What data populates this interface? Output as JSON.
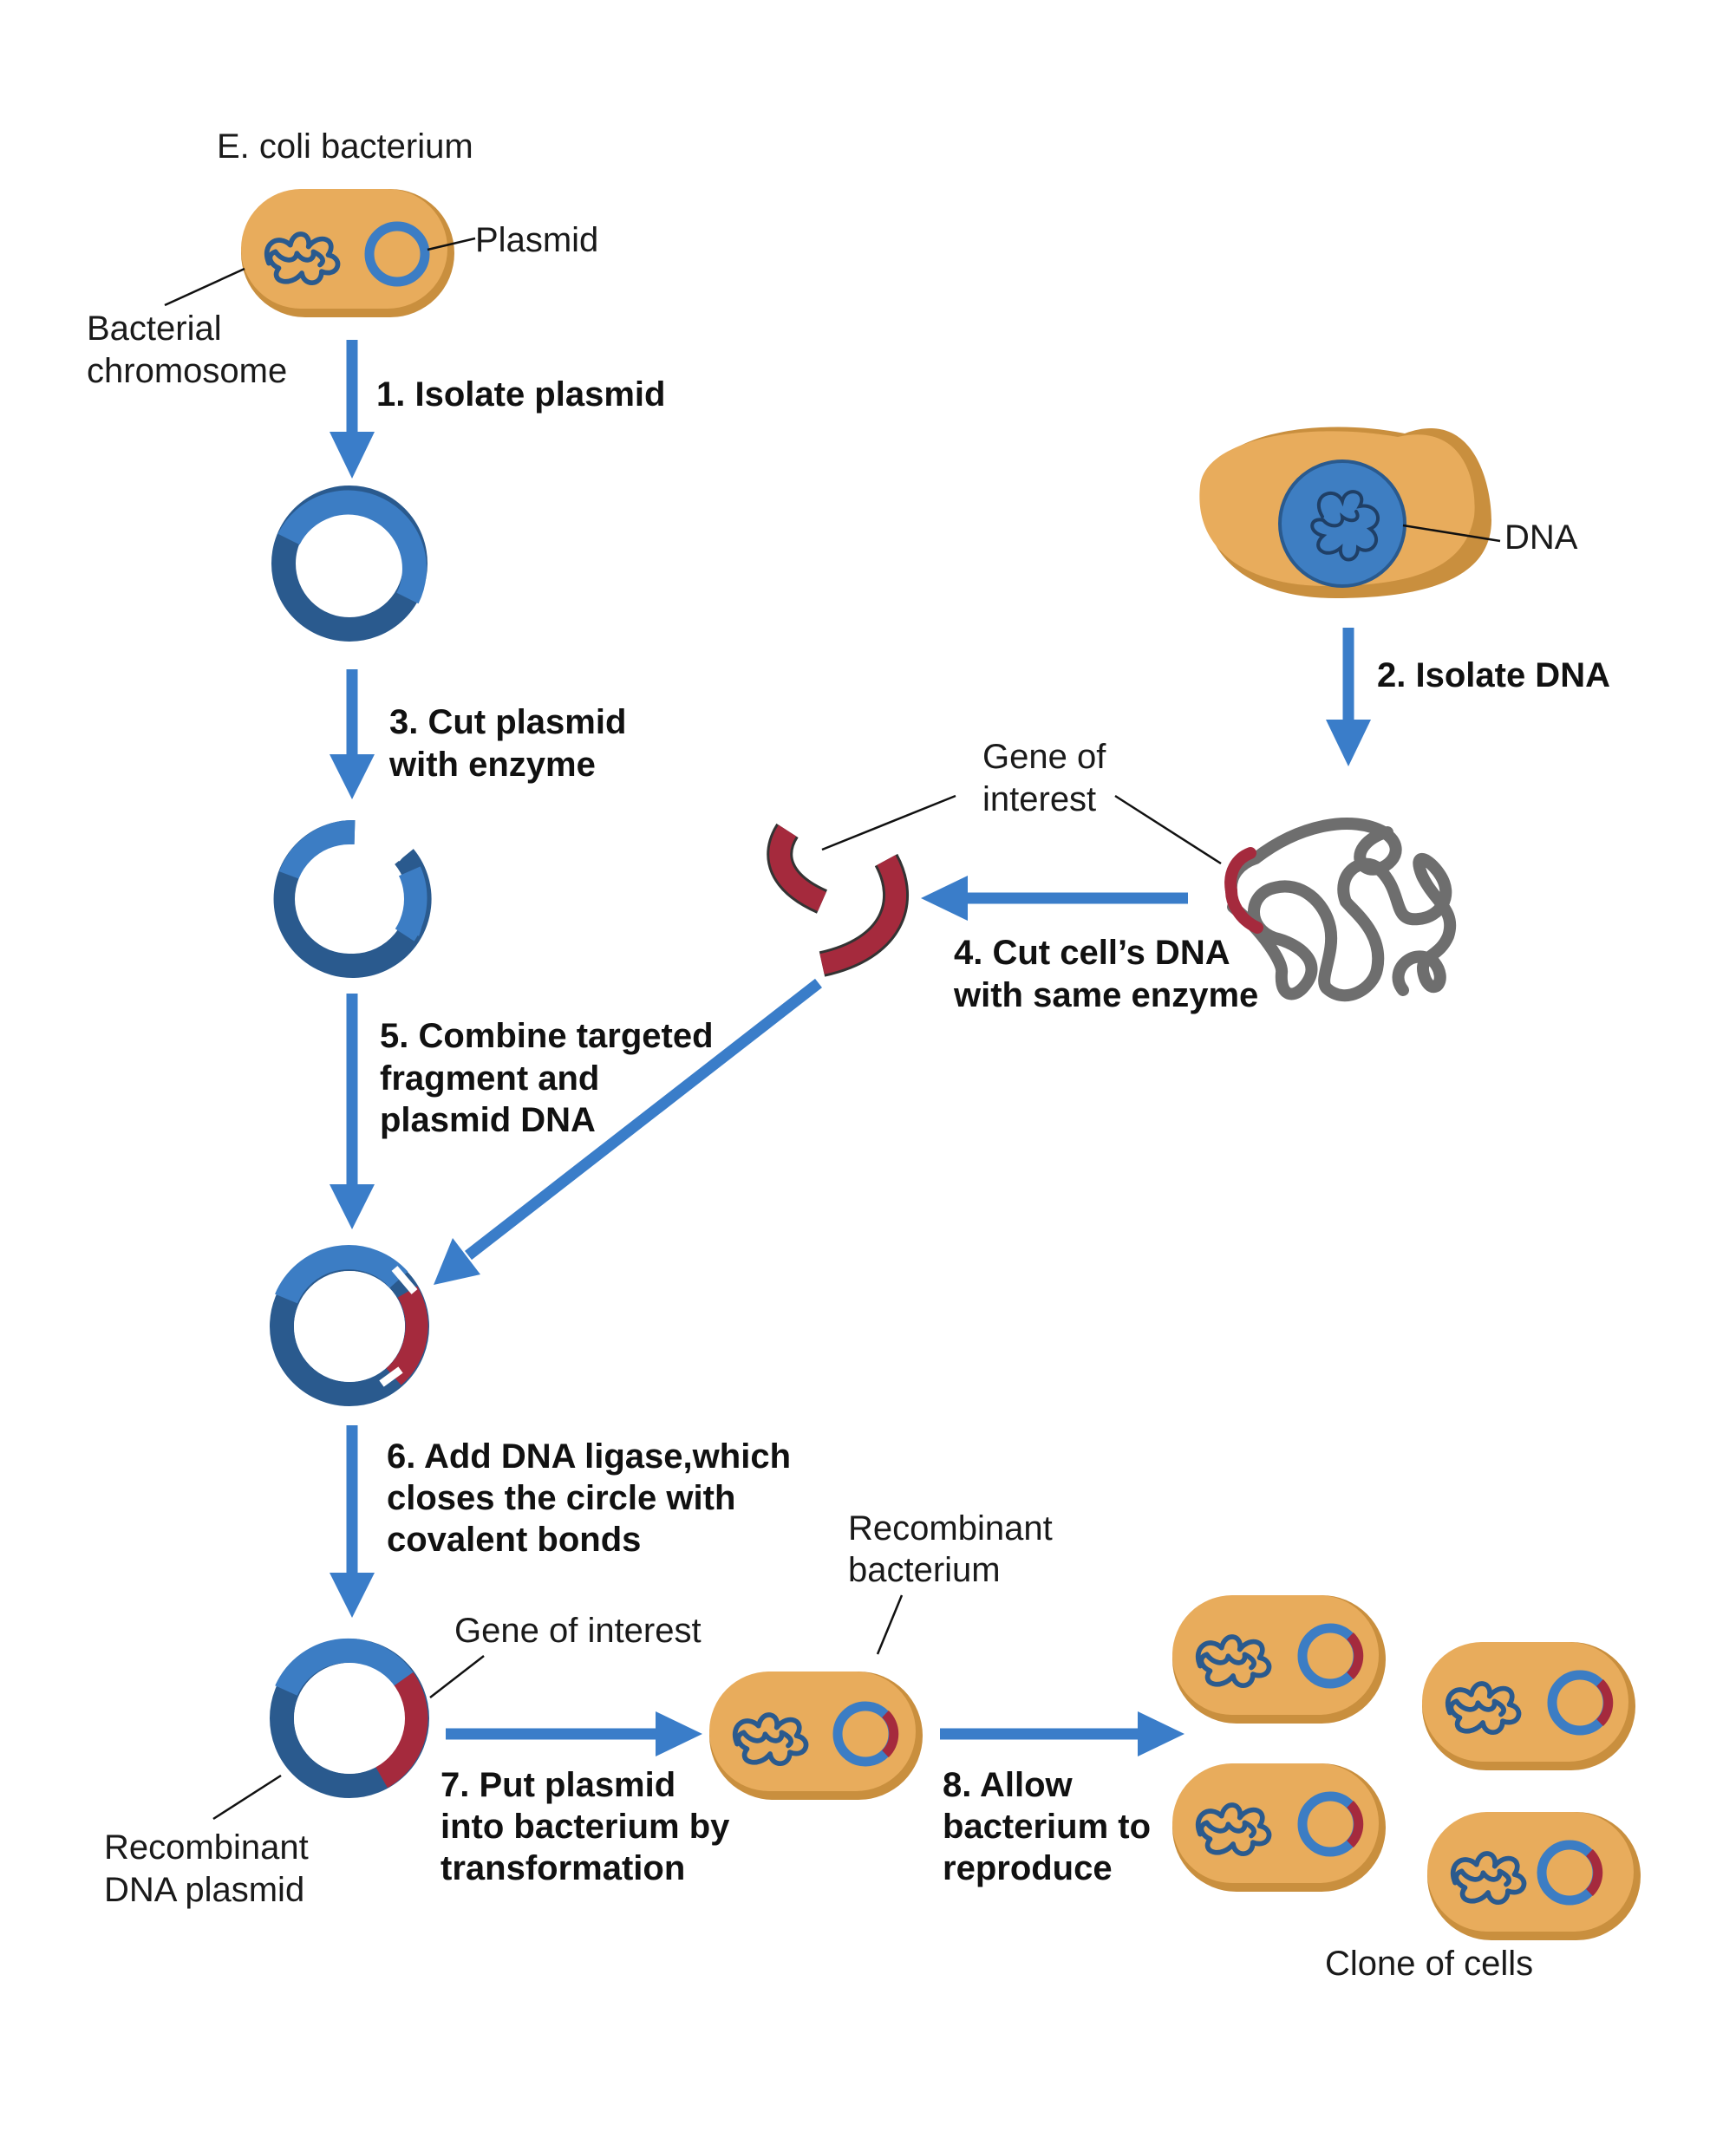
{
  "labels": {
    "ecoli": "E. coli bacterium",
    "plasmid": "Plasmid",
    "bacterial_chromosome": [
      "Bacterial",
      "chromosome"
    ],
    "dna": "DNA",
    "gene_of_interest_top": [
      "Gene of",
      "interest"
    ],
    "gene_of_interest_bottom": "Gene of interest",
    "recombinant_bacterium": [
      "Recombinant",
      "bacterium"
    ],
    "recombinant_plasmid": [
      "Recombinant",
      "DNA plasmid"
    ],
    "clone_of_cells": "Clone of cells"
  },
  "steps": {
    "s1": [
      "1. Isolate plasmid"
    ],
    "s2": [
      "2. Isolate DNA"
    ],
    "s3": [
      "3. Cut plasmid",
      "with enzyme"
    ],
    "s4": [
      "4. Cut cell’s DNA",
      "with same enzyme"
    ],
    "s5": [
      "5. Combine targeted",
      "fragment and",
      "plasmid DNA"
    ],
    "s6": [
      "6. Add DNA ligase,which",
      "closes the circle with",
      "covalent bonds"
    ],
    "s7": [
      "7. Put plasmid",
      "into bacterium by",
      "transformation"
    ],
    "s8": [
      "8. Allow",
      "bacterium to",
      "reproduce"
    ]
  },
  "colors": {
    "cell_fill": "#E8AC5C",
    "cell_shadow": "#C98F3E",
    "plasmid_light": "#3C7DC4",
    "plasmid_dark": "#2A5A8E",
    "gene_red": "#A52A3D",
    "arrow_blue": "#3A7DC9",
    "dna_gray": "#6E6E6E",
    "nucleus_blue": "#3E7EC2"
  }
}
